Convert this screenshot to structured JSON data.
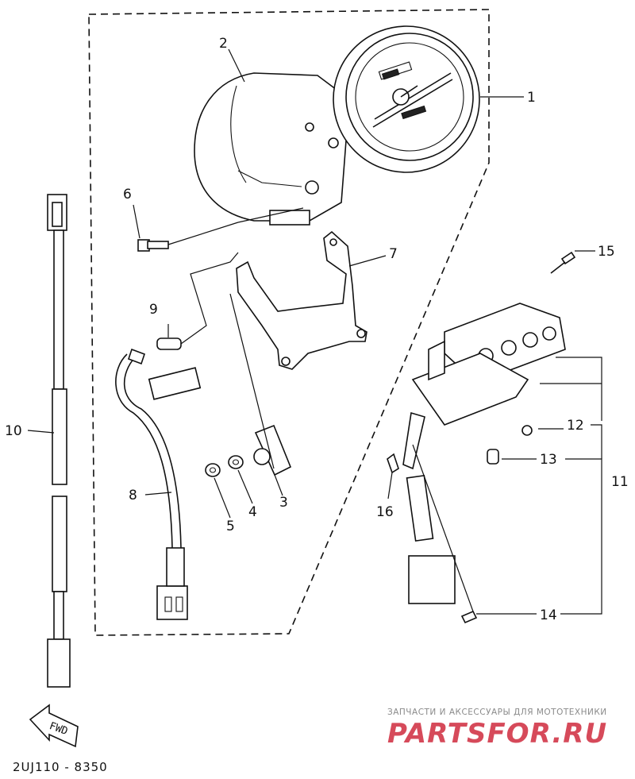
{
  "diagram": {
    "labels": {
      "p1": "1",
      "p2": "2",
      "p3": "3",
      "p4": "4",
      "p5": "5",
      "p6": "6",
      "p7": "7",
      "p8": "8",
      "p9": "9",
      "p10": "10",
      "p11": "11",
      "p12": "12",
      "p13": "13",
      "p14": "14",
      "p15": "15",
      "p16": "16"
    },
    "fwd_label": "FWD",
    "drawing_code": "2UJ110 - 8350"
  },
  "watermark": {
    "tagline": "ЗАПЧАСТИ И АКСЕССУАРЫ ДЛЯ МОТОТЕХНИКИ",
    "brand": "PARTSFOR.RU",
    "brand_color": "#d64a5a"
  }
}
